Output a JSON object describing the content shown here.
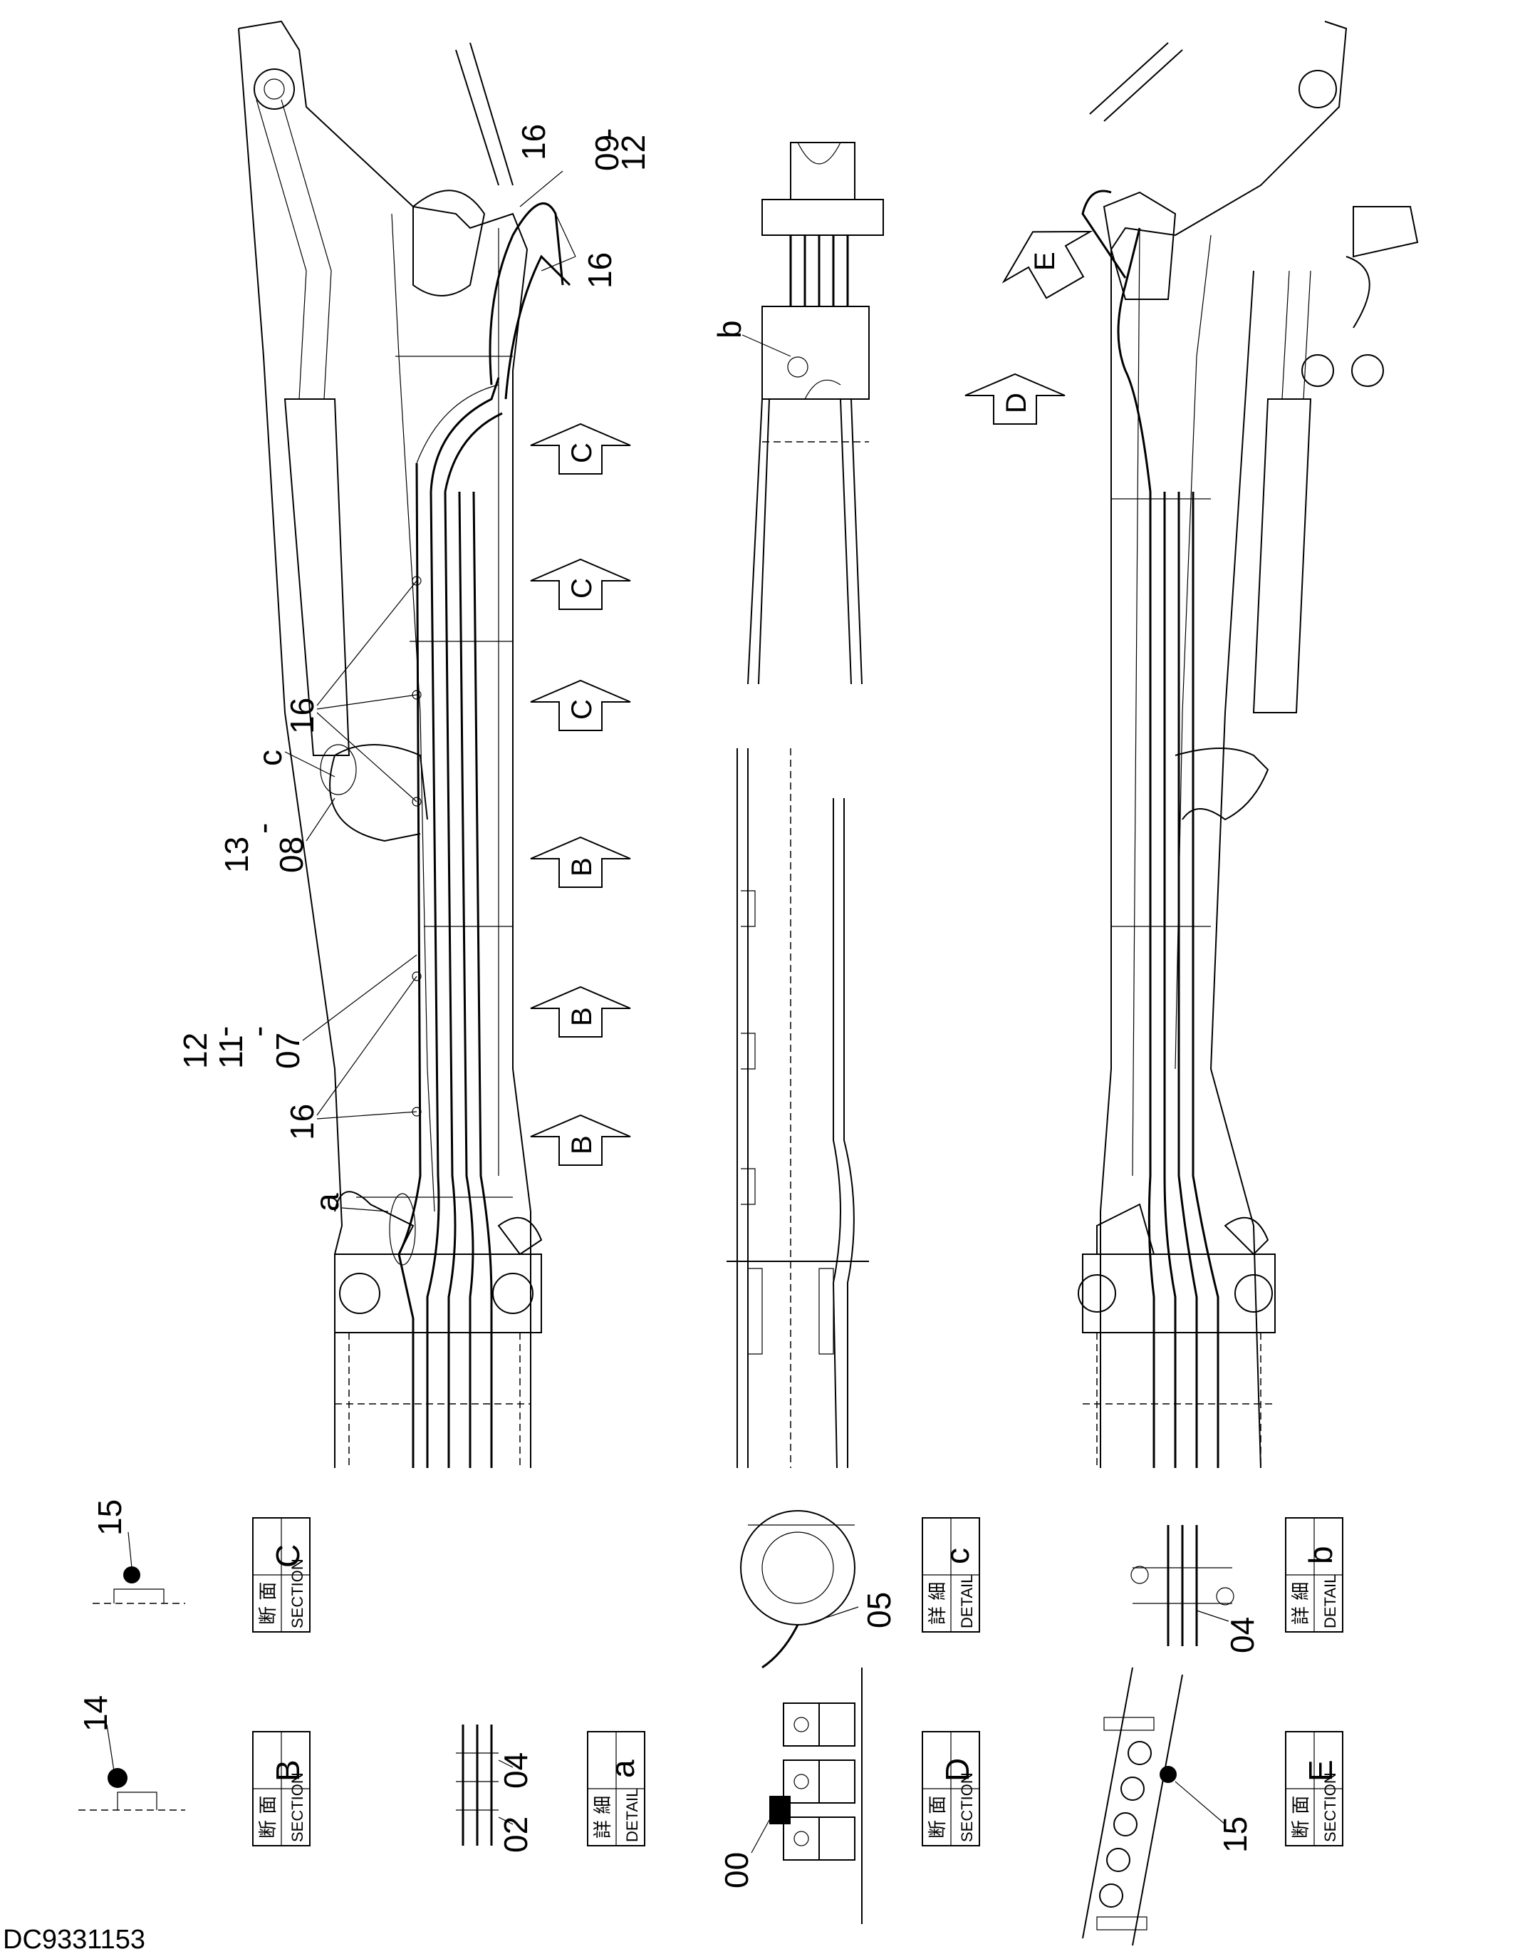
{
  "drawing_code": "DC9331153",
  "callouts": {
    "c16_a": "16",
    "c09": "09",
    "c_dash1": "-",
    "c12_top": "12",
    "c16_b": "16",
    "c_b": "b",
    "c16_c": "16",
    "c_c": "c",
    "c13": "13",
    "c_dash2": "-",
    "c08": "08",
    "c12_mid": "12",
    "c_dash3": "-",
    "c11": "11",
    "c_dash4": "-",
    "c07": "07",
    "c16_d": "16",
    "c_a": "a",
    "c15_top": "15",
    "c14": "14",
    "c05": "05",
    "c04_b": "04",
    "c02": "02",
    "c04_a": "04",
    "c00": "00",
    "c15_e": "15"
  },
  "view_arrows": {
    "c1": "C",
    "c2": "C",
    "c3": "C",
    "b1": "B",
    "b2": "B",
    "b3": "B",
    "d": "D",
    "e": "E"
  },
  "sections": {
    "section_c": {
      "kanji": "断 面",
      "english": "SECTION",
      "letter": "C"
    },
    "section_b": {
      "kanji": "断 面",
      "english": "SECTION",
      "letter": "B"
    },
    "detail_a": {
      "kanji": "詳 細",
      "english": "DETAIL",
      "letter": "a"
    },
    "detail_c": {
      "kanji": "詳 細",
      "english": "DETAIL",
      "letter": "c"
    },
    "section_d": {
      "kanji": "断 面",
      "english": "SECTION",
      "letter": "D"
    },
    "detail_b": {
      "kanji": "詳 細",
      "english": "DETAIL",
      "letter": "b"
    },
    "section_e": {
      "kanji": "断 面",
      "english": "SECTION",
      "letter": "E"
    }
  }
}
